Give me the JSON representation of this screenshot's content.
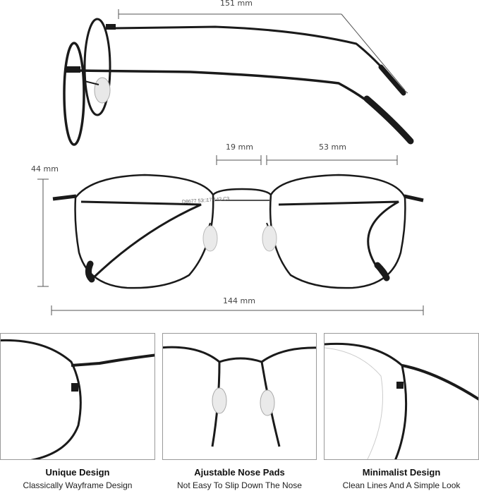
{
  "dimensions": {
    "temple_length": "151 mm",
    "bridge_width": "19 mm",
    "lens_width": "53 mm",
    "lens_height": "44 mm",
    "frame_width": "144 mm"
  },
  "frame_imprint": "D8677 53□17-142 C3",
  "features": [
    {
      "title": "Unique Design",
      "subtitle": "Classically Wayframe Design"
    },
    {
      "title": "Ajustable Nose Pads",
      "subtitle": "Not Easy To Slip Down The Nose"
    },
    {
      "title": "Minimalist Design",
      "subtitle": "Clean Lines And A Simple Look"
    }
  ],
  "colors": {
    "frame": "#1a1a1a",
    "dimension_line": "#555555",
    "panel_border": "#999999"
  }
}
